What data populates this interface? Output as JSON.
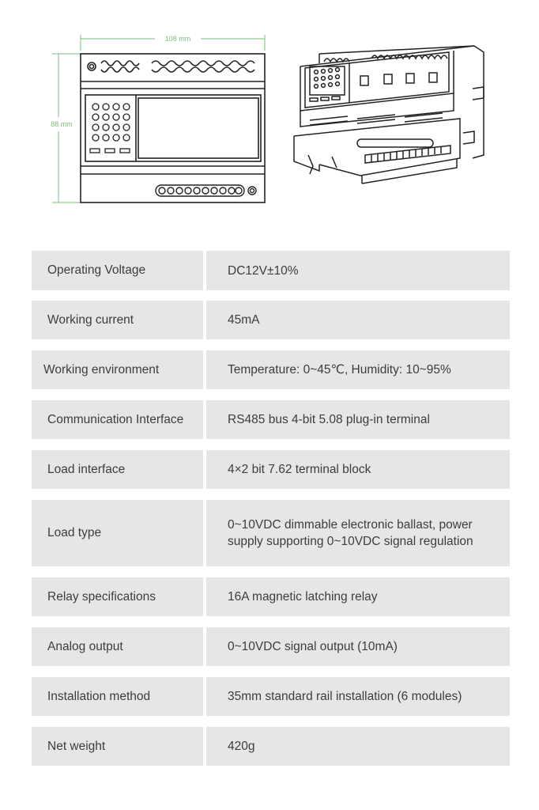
{
  "dimensions": {
    "width_label": "108 mm",
    "height_label": "88 mm",
    "line_color": "#7bbf7b"
  },
  "specs": [
    {
      "label": "Operating Voltage",
      "value": "DC12V±10%"
    },
    {
      "label": "Working current",
      "value": "45mA"
    },
    {
      "label": "Working environment",
      "value": "Temperature: 0~45℃, Humidity: 10~95%"
    },
    {
      "label": "Communication Interface",
      "value": "RS485 bus 4-bit 5.08 plug-in terminal"
    },
    {
      "label": "Load interface",
      "value": "4×2 bit 7.62 terminal block"
    },
    {
      "label": "Load type",
      "value": "0~10VDC dimmable electronic ballast, power supply supporting 0~10VDC signal regulation"
    },
    {
      "label": "Relay specifications",
      "value": "16A magnetic latching relay"
    },
    {
      "label": "Analog output",
      "value": "0~10VDC signal output (10mA)"
    },
    {
      "label": "Installation method",
      "value": "35mm standard rail installation (6 modules)"
    },
    {
      "label": "Net weight",
      "value": "420g"
    }
  ]
}
